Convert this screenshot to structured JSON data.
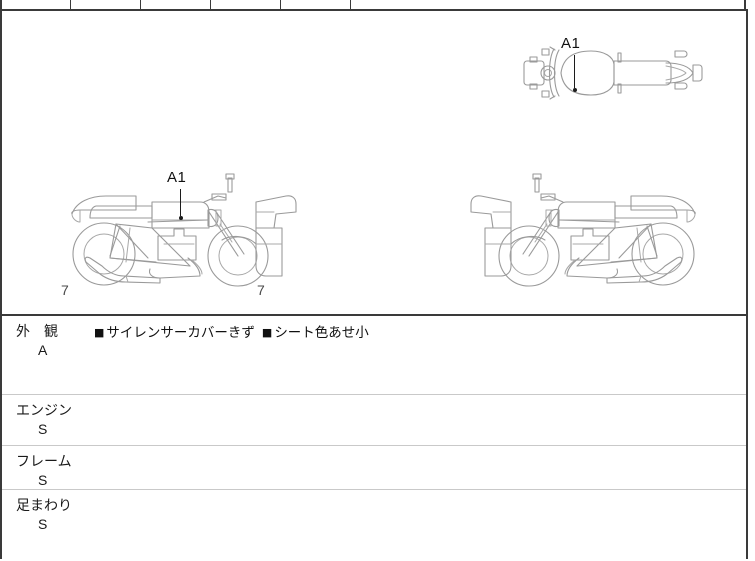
{
  "sheet": {
    "type": "motorcycle-inspection-sheet",
    "header_strip": {
      "cells": [
        "",
        "",
        "",
        "",
        "",
        "",
        ""
      ],
      "dividers_x": [
        0,
        70,
        140,
        210,
        280,
        350,
        748
      ]
    },
    "diagram": {
      "views": [
        {
          "name": "top-view",
          "orientation": "top",
          "callout": {
            "label": "A1"
          }
        },
        {
          "name": "left-side-view",
          "orientation": "side-right-facing",
          "callout": {
            "label": "A1"
          },
          "markers": [
            "7",
            "7"
          ]
        },
        {
          "name": "right-side-view",
          "orientation": "side-left-facing",
          "callout": null,
          "markers": []
        }
      ],
      "line_color": "#9a9a9a",
      "callout_color": "#1c1c1c"
    },
    "conditions": [
      {
        "label": "外　観",
        "grade": "A",
        "notes": [
          {
            "bullet": "■",
            "text": "サイレンサーカバーきず"
          },
          {
            "bullet": "■",
            "text": "シート色あせ小"
          }
        ]
      },
      {
        "label": "エンジン",
        "grade": "S",
        "notes": []
      },
      {
        "label": "フレーム",
        "grade": "S",
        "notes": []
      },
      {
        "label": "足まわり",
        "grade": "S",
        "notes": []
      }
    ],
    "colors": {
      "border_strong": "#3a3a3a",
      "border_light": "#c9c9c9",
      "text": "#1a1a1a",
      "drawing_line": "#9a9a9a",
      "background": "#ffffff"
    }
  }
}
